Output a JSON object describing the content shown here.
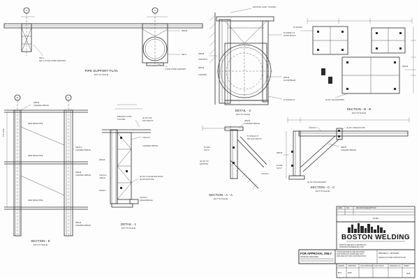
{
  "views": {
    "pipe_support_plan": {
      "title": "PIPE SUPPORT PLAN",
      "sub": "(NOT TO SCALE)"
    },
    "detail_1": {
      "title": "DETAIL - 1",
      "sub": "(NOT TO SCALE)"
    },
    "detail_2": {
      "title": "DETAIL - 2",
      "sub": "(NOT TO SCALE)"
    },
    "section_a": {
      "title": "SECTION - A - A",
      "sub": "(NOT TO SCALE)"
    },
    "section_b": {
      "title": "SECTION - B - B",
      "sub": "(NOT TO SCALE)"
    },
    "section_c": {
      "title": "SECTION - C - C",
      "sub": "(NOT TO SCALE)"
    },
    "section_e": {
      "title": "SECTION - E",
      "sub": "(NOT TO SCALE)"
    }
  },
  "grid_bubbles": [
    "10",
    "8",
    "10",
    "8"
  ],
  "callouts": {
    "existing_conc_column": "EXISTING CONC. COLUMN",
    "w8x18": "W8x18",
    "l3x3": "L3x3x1/4",
    "anchors": "(4) 3/4\" DIA ANCHORS",
    "pipe_support": "SET 1 (TYPE 4 PIPE SUPPORT)",
    "channel_brace": "CHANNEL BRACE"
  },
  "title_block": {
    "company": "BOSTON WELDING",
    "approval": "FOR APPROVAL ONLY",
    "approval_sub": "APPROVAL REQUIRED",
    "notes_header": "NOTES",
    "project": "PROJECT - BIOGEN",
    "drawing_title": "DETAILS OF PIPE SUPPORT PLAN",
    "sheet": "S16"
  }
}
